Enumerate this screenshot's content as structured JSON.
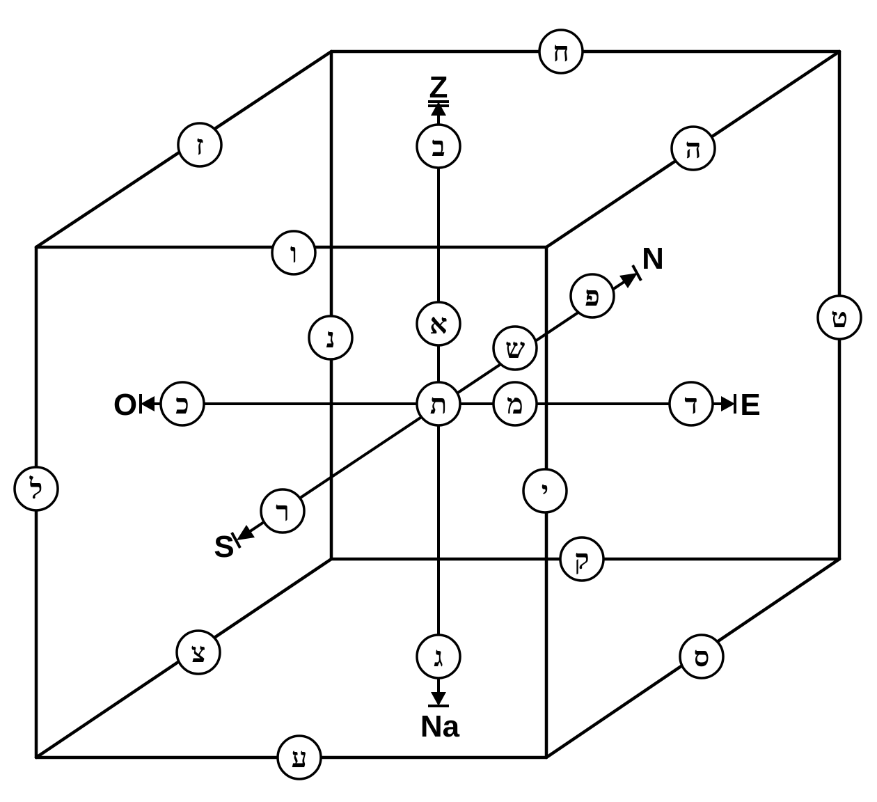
{
  "diagram": {
    "directions": {
      "up": "Z",
      "down": "Na",
      "west": "O",
      "east": "E",
      "north": "N",
      "south": "S"
    },
    "nodes": {
      "top_back_edge": "ח",
      "top_left_edge": "ז",
      "top_right_edge": "ה",
      "top_front_edge": "ו",
      "up_axis": "ב",
      "center_upper": "א",
      "center": "ת",
      "center_right": "מ",
      "center_diag": "ש",
      "north_axis": "פ",
      "west_axis": "כ",
      "east_axis": "ד",
      "south_axis": "ר",
      "down_axis": "ג",
      "back_left_vertical": "נ",
      "front_right_vertical": "י",
      "back_right_vertical": "ט",
      "front_left_vertical": "ל",
      "bottom_back_edge": "ק",
      "bottom_left_edge": "צ",
      "bottom_right_edge": "ס",
      "bottom_front_edge": "ע"
    }
  }
}
